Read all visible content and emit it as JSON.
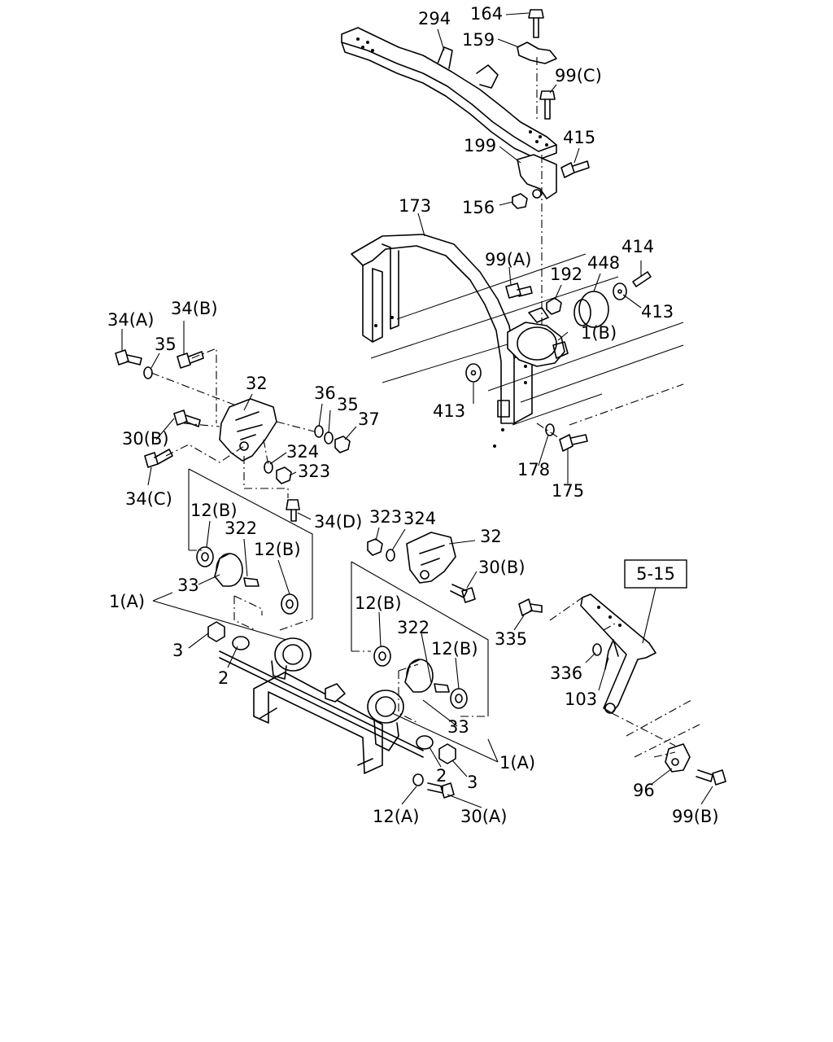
{
  "reference_box": "5-15",
  "callouts": [
    {
      "id": "c294",
      "text": "294"
    },
    {
      "id": "c164",
      "text": "164"
    },
    {
      "id": "c159",
      "text": "159"
    },
    {
      "id": "c99c",
      "text": "99(C)"
    },
    {
      "id": "c199",
      "text": "199"
    },
    {
      "id": "c415",
      "text": "415"
    },
    {
      "id": "c156",
      "text": "156"
    },
    {
      "id": "c173",
      "text": "173"
    },
    {
      "id": "c414",
      "text": "414"
    },
    {
      "id": "c99a",
      "text": "99(A)"
    },
    {
      "id": "c192",
      "text": "192"
    },
    {
      "id": "c448",
      "text": "448"
    },
    {
      "id": "c413a",
      "text": "413"
    },
    {
      "id": "c1b",
      "text": "1(B)"
    },
    {
      "id": "c413b",
      "text": "413"
    },
    {
      "id": "c178",
      "text": "178"
    },
    {
      "id": "c175",
      "text": "175"
    },
    {
      "id": "c34a",
      "text": "34(A)"
    },
    {
      "id": "c34b",
      "text": "34(B)"
    },
    {
      "id": "c35a",
      "text": "35"
    },
    {
      "id": "c32a",
      "text": "32"
    },
    {
      "id": "c36",
      "text": "36"
    },
    {
      "id": "c35b",
      "text": "35"
    },
    {
      "id": "c37",
      "text": "37"
    },
    {
      "id": "c30b1",
      "text": "30(B)"
    },
    {
      "id": "c324a",
      "text": "324"
    },
    {
      "id": "c323a",
      "text": "323"
    },
    {
      "id": "c34c",
      "text": "34(C)"
    },
    {
      "id": "c34d",
      "text": "34(D)"
    },
    {
      "id": "c12b1",
      "text": "12(B)"
    },
    {
      "id": "c322a",
      "text": "322"
    },
    {
      "id": "c12b2",
      "text": "12(B)"
    },
    {
      "id": "c33a",
      "text": "33"
    },
    {
      "id": "c1a1",
      "text": "1(A)"
    },
    {
      "id": "c3a",
      "text": "3"
    },
    {
      "id": "c2a",
      "text": "2"
    },
    {
      "id": "c323b",
      "text": "323"
    },
    {
      "id": "c324b",
      "text": "324"
    },
    {
      "id": "c32b",
      "text": "32"
    },
    {
      "id": "c30b2",
      "text": "30(B)"
    },
    {
      "id": "c12b3",
      "text": "12(B)"
    },
    {
      "id": "c322b",
      "text": "322"
    },
    {
      "id": "c12b4",
      "text": "12(B)"
    },
    {
      "id": "c335",
      "text": "335"
    },
    {
      "id": "c336",
      "text": "336"
    },
    {
      "id": "c103",
      "text": "103"
    },
    {
      "id": "c33b",
      "text": "33"
    },
    {
      "id": "c1a2",
      "text": "1(A)"
    },
    {
      "id": "c2b",
      "text": "2"
    },
    {
      "id": "c3b",
      "text": "3"
    },
    {
      "id": "c12a",
      "text": "12(A)"
    },
    {
      "id": "c30a",
      "text": "30(A)"
    },
    {
      "id": "c96",
      "text": "96"
    },
    {
      "id": "c99b",
      "text": "99(B)"
    }
  ]
}
